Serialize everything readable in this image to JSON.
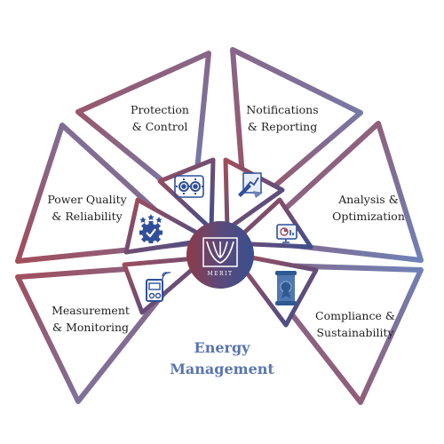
{
  "title": {
    "line1": "Energy",
    "line2": "Management"
  },
  "hub": {
    "logo_text": "MERIT"
  },
  "colors": {
    "red": "#a14d5a",
    "blue": "#6e82b8",
    "hub_red": "#8e3b48",
    "hub_blue": "#3a4f8f",
    "icon_blue": "#2f4f9a"
  },
  "sections": [
    {
      "id": "protection",
      "lines": [
        "Protection",
        "& Control"
      ],
      "icon": "gears-icon"
    },
    {
      "id": "notifications",
      "lines": [
        "Notifications",
        "& Reporting"
      ],
      "icon": "report-chart-icon"
    },
    {
      "id": "analysis",
      "lines": [
        "Analysis &",
        "Optimization"
      ],
      "icon": "monitor-analytics-icon"
    },
    {
      "id": "compliance",
      "lines": [
        "Compliance &",
        "Sustainability"
      ],
      "icon": "scroll-badge-icon"
    },
    {
      "id": "measurement",
      "lines": [
        "Measurement",
        "& Monitoring"
      ],
      "icon": "smart-meter-icon"
    },
    {
      "id": "power-quality",
      "lines": [
        "Power Quality",
        "& Reliability"
      ],
      "icon": "gear-check-icon"
    }
  ]
}
